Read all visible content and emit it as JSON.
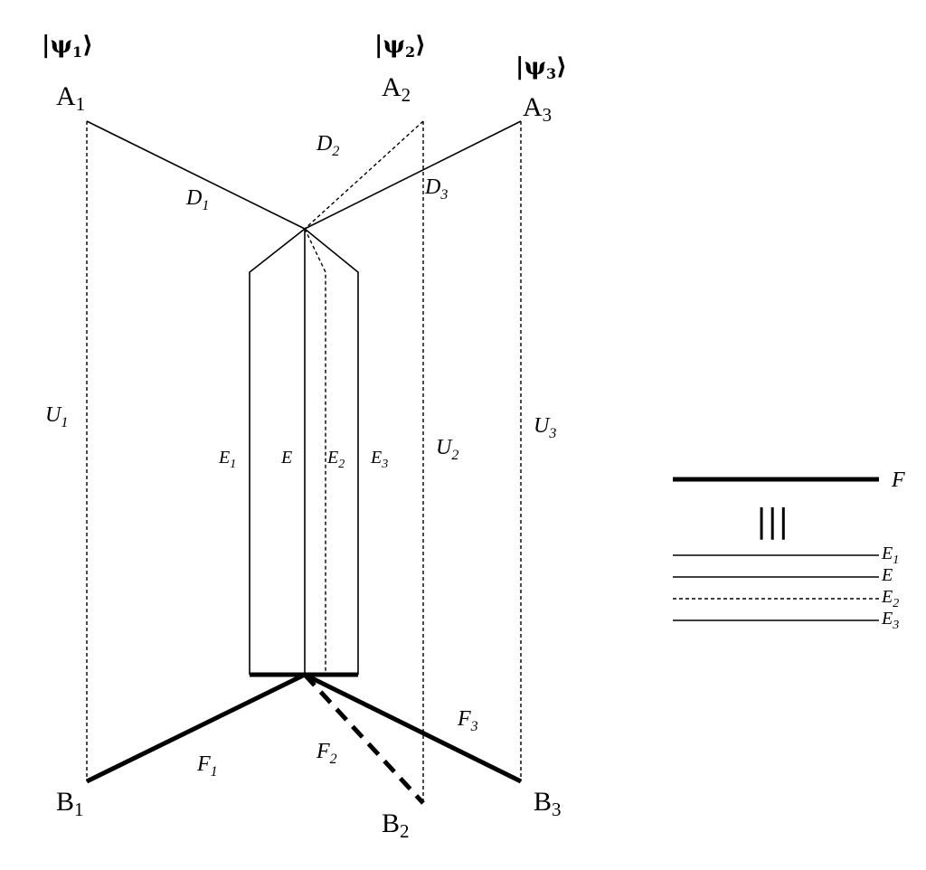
{
  "kets": [
    {
      "main": "|ψ",
      "sub": "1",
      "close": "⟩"
    },
    {
      "main": "|ψ",
      "sub": "2",
      "close": "⟩"
    },
    {
      "main": "|ψ",
      "sub": "3",
      "close": "⟩"
    }
  ],
  "points": {
    "A1": {
      "main": "A",
      "sub": "1"
    },
    "A2": {
      "main": "A",
      "sub": "2"
    },
    "A3": {
      "main": "A",
      "sub": "3"
    },
    "B1": {
      "main": "B",
      "sub": "1"
    },
    "B2": {
      "main": "B",
      "sub": "2"
    },
    "B3": {
      "main": "B",
      "sub": "3"
    }
  },
  "edges": {
    "D1": {
      "main": "D",
      "sub": "1"
    },
    "D2": {
      "main": "D",
      "sub": "2"
    },
    "D3": {
      "main": "D",
      "sub": "3"
    },
    "U1": {
      "main": "U",
      "sub": "1"
    },
    "U2": {
      "main": "U",
      "sub": "2"
    },
    "U3": {
      "main": "U",
      "sub": "3"
    },
    "E1": {
      "main": "E",
      "sub": "1"
    },
    "E": {
      "main": "E",
      "sub": ""
    },
    "E2": {
      "main": "E",
      "sub": "2"
    },
    "E3": {
      "main": "E",
      "sub": "3"
    },
    "F1": {
      "main": "F",
      "sub": "1"
    },
    "F2": {
      "main": "F",
      "sub": "2"
    },
    "F3": {
      "main": "F",
      "sub": "3"
    }
  },
  "legend": {
    "F": "F",
    "equiv": "|||",
    "E1": {
      "main": "E",
      "sub": "1"
    },
    "E": {
      "main": "E",
      "sub": ""
    },
    "E2": {
      "main": "E",
      "sub": "2"
    },
    "E3": {
      "main": "E",
      "sub": "3"
    }
  }
}
